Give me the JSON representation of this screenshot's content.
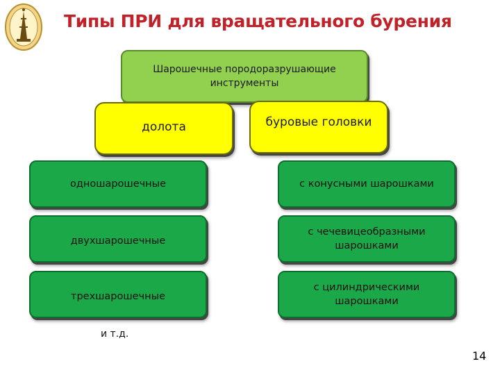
{
  "slide": {
    "title": "Типы ПРИ для вращательного бурения",
    "page_number": "14",
    "note": "и т.д."
  },
  "diagram": {
    "root": "Шарошечные породоразрушающие инструменты",
    "branches": [
      {
        "label": "долота",
        "items": [
          "одношарошечные",
          "двухшарошечные",
          "трехшарошечные"
        ]
      },
      {
        "label": "буровые головки",
        "items": [
          "с конусными шарошками",
          "с чечевицеобразными шарошками",
          "с цилиндрическими шарошками"
        ]
      }
    ]
  },
  "colors": {
    "title": "#c0222a",
    "root_fill": "#92d050",
    "branch_fill": "#ffff00",
    "item_fill": "#1aa848"
  },
  "icons": {
    "logo": "university-emblem-logo"
  }
}
